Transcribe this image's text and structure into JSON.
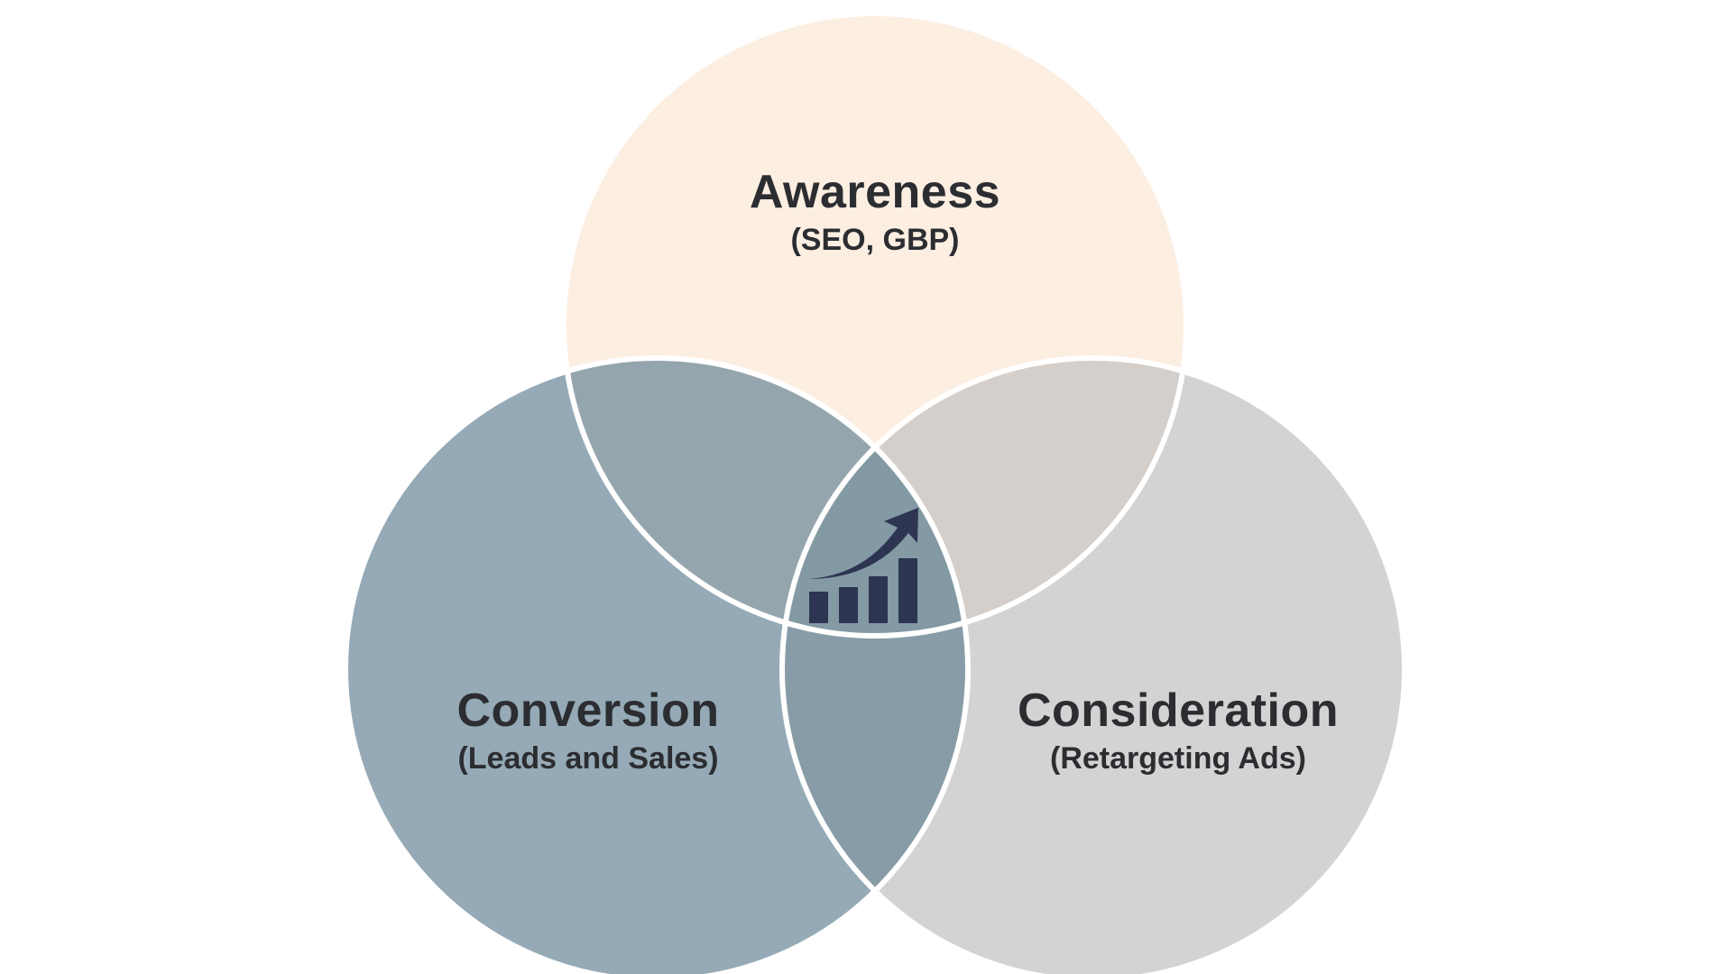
{
  "circles": {
    "awareness": {
      "title": "Awareness",
      "subtitle": "(SEO, GBP)",
      "color": "#FDEEE2"
    },
    "conversion": {
      "title": "Conversion",
      "subtitle": "(Leads and Sales)",
      "color": "#95AAB6"
    },
    "consideration": {
      "title": "Consideration",
      "subtitle": "(Retargeting Ads)",
      "color": "#D3D3D3"
    }
  },
  "overlaps": {
    "awareness_conversion": "#95A5AE",
    "awareness_consideration": "#D4CFCB",
    "conversion_consideration": "#889CA7",
    "center": "#8399A4"
  },
  "center_icon": {
    "name": "growth-chart-icon",
    "color": "#2D3552"
  },
  "colors": {
    "text": "#2B2D31",
    "outline": "#FFFFFF"
  }
}
